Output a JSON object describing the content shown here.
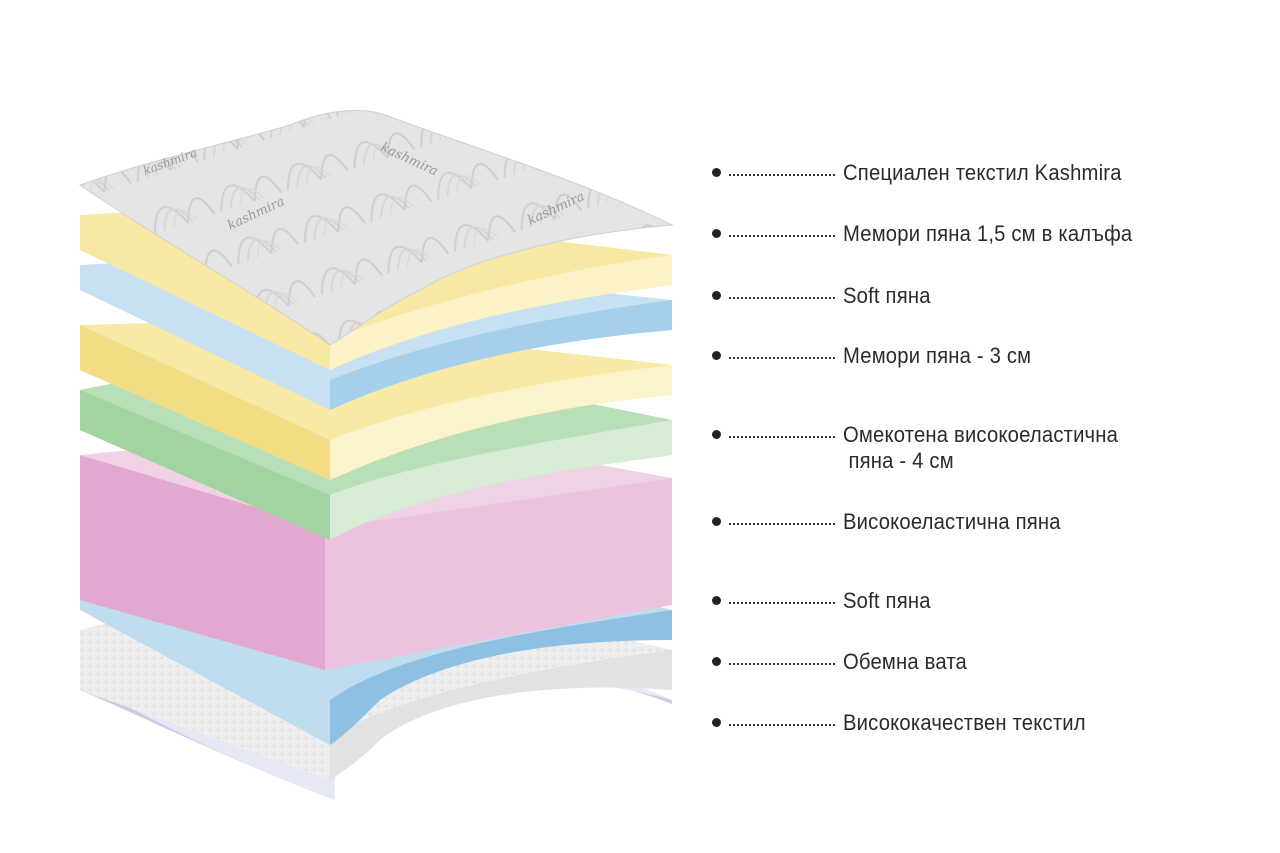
{
  "layers": [
    {
      "label": "Специален текстил Kashmira",
      "color": "#e8e8e8",
      "kind": "textile-top"
    },
    {
      "label": "Мемори пяна 1,5 см в калъфа",
      "color": "#f6e7a2",
      "kind": "thin"
    },
    {
      "label": "Soft пяна",
      "color": "#b9d9ee",
      "kind": "thin"
    },
    {
      "label": "Мемори пяна - 3 см",
      "color": "#f6e7a2",
      "kind": "medium"
    },
    {
      "label": "Омекотена високоеластична",
      "label_line2": "пяна - 4 см",
      "color": "#b9dfb8",
      "kind": "medium"
    },
    {
      "label": "Високоеластична пяна",
      "color": "#e6bcd9",
      "kind": "thick"
    },
    {
      "label": "Soft пяна",
      "color": "#b9d9ee",
      "kind": "thin"
    },
    {
      "label": "Обемна вата",
      "color": "#ececec",
      "kind": "thin"
    },
    {
      "label": "Висококачествен текстил",
      "color": "#dfe3f2",
      "kind": "textile-bottom"
    }
  ],
  "watermark": "kashmira"
}
